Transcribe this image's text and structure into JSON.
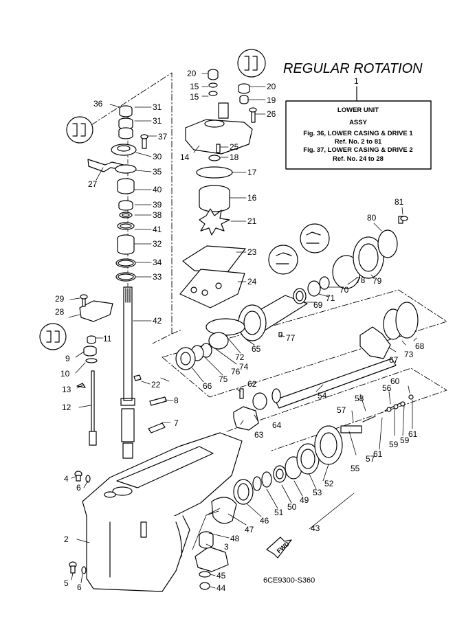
{
  "title": "REGULAR ROTATION",
  "info_box": {
    "ref_label": "1",
    "line1": "LOWER UNIT",
    "line2": "ASSY",
    "line3": "Fig. 36, LOWER CASING & DRIVE 1",
    "line4": "Ref. No. 2 to 81",
    "line5": "Fig. 37, LOWER CASING & DRIVE 2",
    "line6": "Ref. No. 24 to 28"
  },
  "diagram_code": "6CE9300-S360",
  "fwd_label": "FWD",
  "callouts": {
    "c2": "2",
    "c3": "3",
    "c4": "4",
    "c5": "5",
    "c6a": "6",
    "c6b": "6",
    "c7": "7",
    "c8": "8",
    "c9": "9",
    "c10": "10",
    "c11": "11",
    "c12": "12",
    "c13": "13",
    "c14": "14",
    "c15a": "15",
    "c15b": "15",
    "c16": "16",
    "c17": "17",
    "c18": "18",
    "c19": "19",
    "c20a": "20",
    "c20b": "20",
    "c21": "21",
    "c22": "22",
    "c23": "23",
    "c24": "24",
    "c25": "25",
    "c26": "26",
    "c27": "27",
    "c28": "28",
    "c29": "29",
    "c30": "30",
    "c31a": "31",
    "c31b": "31",
    "c32": "32",
    "c33": "33",
    "c34": "34",
    "c35": "35",
    "c36": "36",
    "c37": "37",
    "c38": "38",
    "c39": "39",
    "c40": "40",
    "c41": "41",
    "c42": "42",
    "c43": "43",
    "c44": "44",
    "c45": "45",
    "c46": "46",
    "c47": "47",
    "c48": "48",
    "c49": "49",
    "c50": "50",
    "c51": "51",
    "c52": "52",
    "c53": "53",
    "c54": "54",
    "c55": "55",
    "c56": "56",
    "c57a": "57",
    "c57b": "57",
    "c58": "58",
    "c59a": "59",
    "c59b": "59",
    "c60": "60",
    "c61a": "61",
    "c61b": "61",
    "c62": "62",
    "c63": "63",
    "c64": "64",
    "c65": "65",
    "c66": "66",
    "c67": "67",
    "c68": "68",
    "c69": "69",
    "c70": "70",
    "c71": "71",
    "c72": "72",
    "c73": "73",
    "c74": "74",
    "c75": "75",
    "c76": "76",
    "c77": "77",
    "c78": "78",
    "c79": "79",
    "c80": "80",
    "c81": "81"
  }
}
